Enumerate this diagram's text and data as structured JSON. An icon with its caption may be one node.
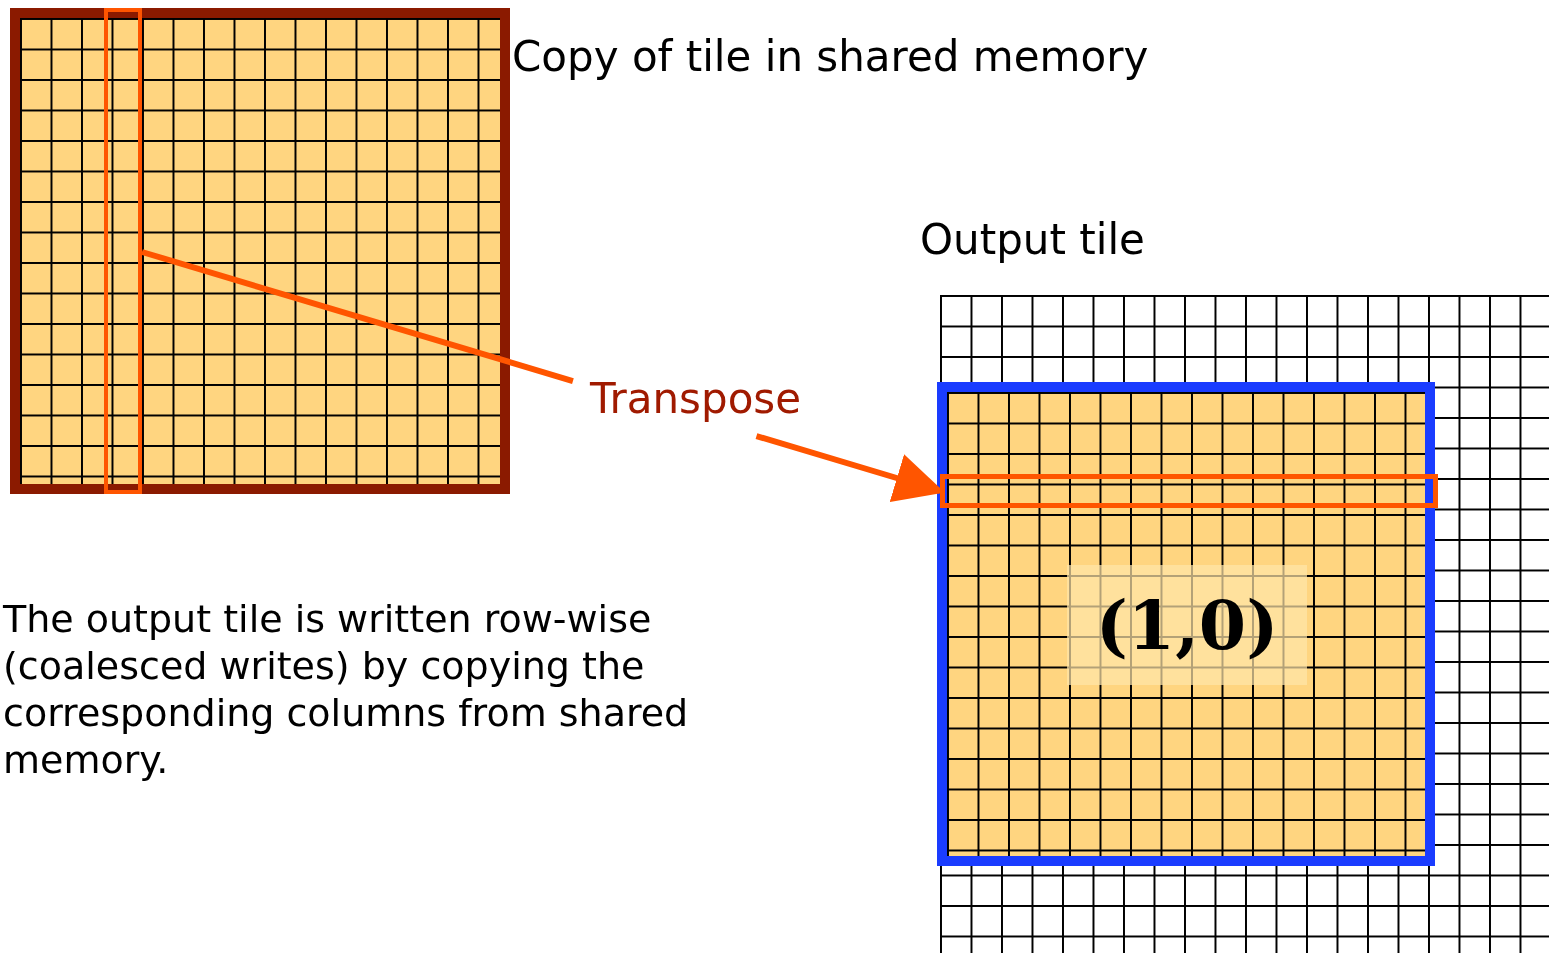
{
  "diagram": {
    "nodes": [
      {
        "text": [
          "Copy of tile in shared memory"
        ]
      },
      {
        "text": [],
        "shape": "box",
        "in": 0
      },
      {
        "text": [
          "Output tile"
        ]
      },
      {
        "text": [
          "(1,0)"
        ],
        "in": 2
      },
      {
        "text": [],
        "shape": "box",
        "in": 3
      }
    ],
    "edges": [
      {
        "from": 1,
        "to": 4,
        "label": "Transpose",
        "arrow": "to"
      }
    ],
    "labels": [
      "The output tile is written row-wise (coalesced writes) by copying the corresponding columns from shared memory."
    ]
  }
}
